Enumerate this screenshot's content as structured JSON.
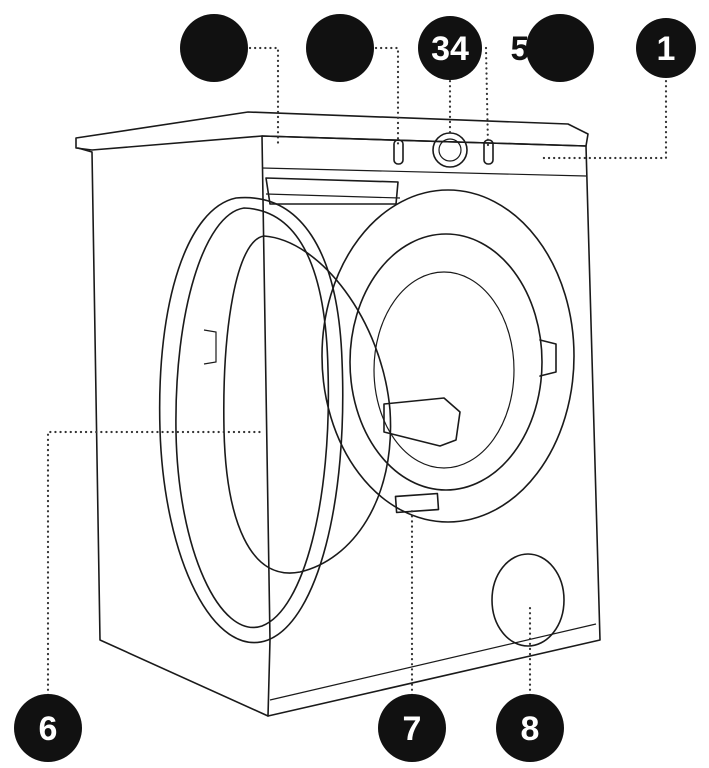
{
  "callouts": [
    {
      "id": "c1",
      "label": "1"
    },
    {
      "id": "c2",
      "label": ""
    },
    {
      "id": "c3",
      "label": ""
    },
    {
      "id": "c4",
      "label": "34"
    },
    {
      "id": "c5",
      "label": "5"
    },
    {
      "id": "c6",
      "label": "6"
    },
    {
      "id": "c7",
      "label": "7"
    },
    {
      "id": "c8",
      "label": "8"
    }
  ],
  "colors": {
    "ink": "#111111",
    "badge_text": "#ffffff",
    "background": "#ffffff"
  }
}
